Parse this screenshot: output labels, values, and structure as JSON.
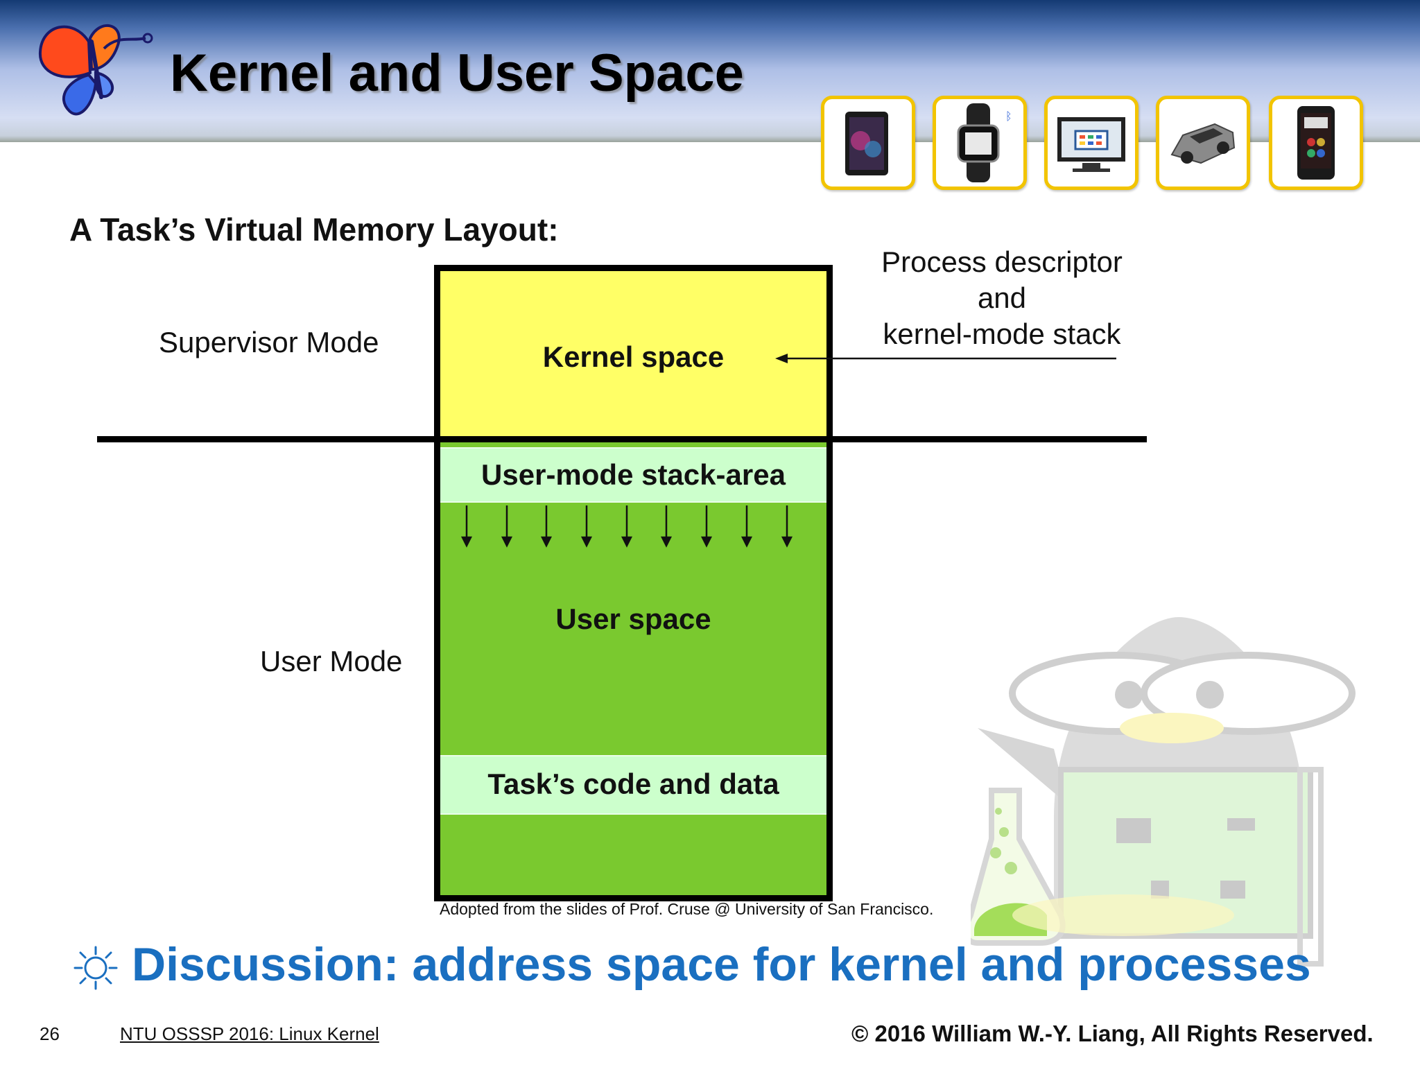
{
  "slide": {
    "title": "Kernel and User Space",
    "subtitle": "A Task’s Virtual Memory Layout:",
    "device_icons": [
      "tablet-icon",
      "smartwatch-icon",
      "tv-icon",
      "car-icon",
      "phone-icon"
    ]
  },
  "diagram": {
    "supervisor_mode_label": "Supervisor Mode",
    "user_mode_label": "User Mode",
    "kernel_space_label": "Kernel space",
    "user_stack_label": "User-mode  stack-area",
    "user_space_label": "User space",
    "code_data_label": "Task’s code and data",
    "descriptor_lines": [
      "Process descriptor",
      "and",
      "kernel-mode stack"
    ],
    "credit": "Adopted from the slides of Prof. Cruse @ University of San Francisco.",
    "colors": {
      "kernel": "#ffff66",
      "user": "#7ac92f",
      "band": "#ccffcc"
    }
  },
  "discussion": "Discussion: address space for kernel and processes",
  "footer": {
    "page_number": "26",
    "course": "NTU OSSSP 2016: Linux Kernel",
    "copyright_symbol": "©",
    "copyright": "2016  William W.-Y. Liang, All Rights Reserved."
  }
}
